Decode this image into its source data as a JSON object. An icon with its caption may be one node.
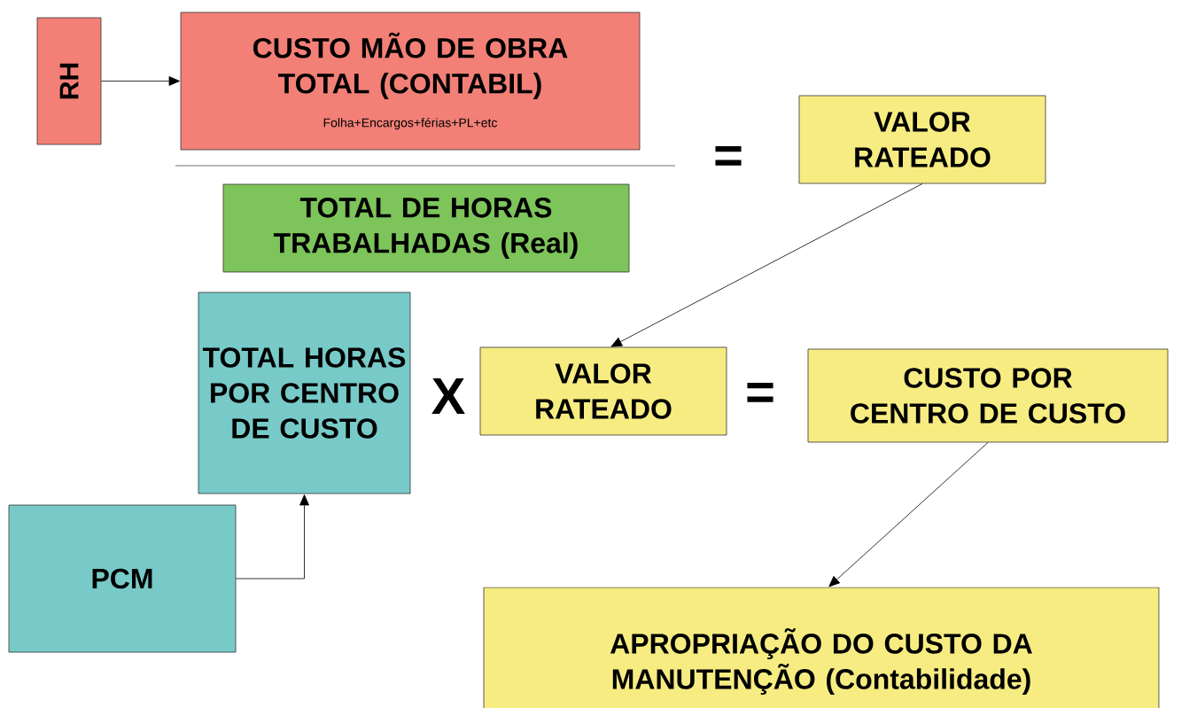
{
  "diagram": {
    "nodes": [
      {
        "text": [
          "RH"
        ]
      },
      {
        "text": [
          "CUSTO MÃO DE OBRA TOTAL (CONTABIL)",
          "Folha+Encargos+férias+PL+etc"
        ]
      },
      {
        "text": [
          "TOTAL DE HORAS TRABALHADAS (Real)"
        ]
      },
      {
        "text": [
          "VALOR RATEADO"
        ]
      },
      {
        "text": [
          "TOTAL HORAS POR CENTRO DE CUSTO"
        ]
      },
      {
        "text": [
          "VALOR RATEADO"
        ]
      },
      {
        "text": [
          "CUSTO POR CENTRO DE CUSTO"
        ]
      },
      {
        "text": [
          "PCM"
        ]
      },
      {
        "text": [
          "APROPRIAÇÃO DO CUSTO DA MANUTENÇÃO (Contabilidade)"
        ]
      }
    ],
    "edges": [
      {
        "from": 0,
        "to": 1,
        "arrow": "to"
      },
      {
        "from": 3,
        "to": 5,
        "arrow": "to"
      },
      {
        "from": 7,
        "to": 4,
        "arrow": "to"
      },
      {
        "from": 6,
        "to": 8,
        "arrow": "to"
      }
    ],
    "labels": [
      "=",
      "X",
      "="
    ]
  }
}
